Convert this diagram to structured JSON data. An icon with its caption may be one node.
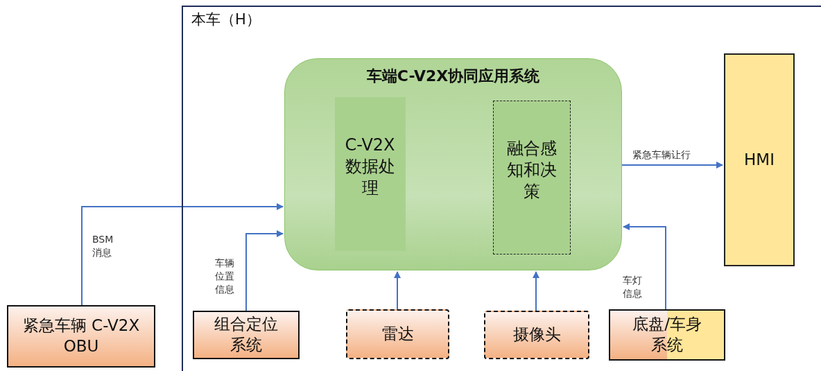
{
  "diagram": {
    "nodes": [
      {
        "text": [
          "本车（H）"
        ]
      },
      {
        "text": [
          "车端C-V2X协同应用系统"
        ],
        "in": 0
      },
      {
        "text": [
          "C-V2X数据处理"
        ],
        "in": 1
      },
      {
        "text": [
          "融合感知和决策"
        ],
        "in": 1
      },
      {
        "text": [
          "HMI"
        ],
        "in": 0
      },
      {
        "text": [
          "紧急车辆 C-V2X OBU"
        ]
      },
      {
        "text": [
          "组合定位系统"
        ],
        "in": 0
      },
      {
        "text": [
          "雷达"
        ],
        "in": 0
      },
      {
        "text": [
          "摄像头"
        ],
        "in": 0
      },
      {
        "text": [
          "底盘/车身系统"
        ],
        "in": 0
      }
    ],
    "edges": [
      {
        "from": 5,
        "to": 1,
        "arrow": "to",
        "label": "BSM 消息"
      },
      {
        "from": 6,
        "to": 1,
        "arrow": "to",
        "label": "车辆位置信息"
      },
      {
        "from": 7,
        "to": 1,
        "arrow": "to"
      },
      {
        "from": 8,
        "to": 1,
        "arrow": "to"
      },
      {
        "from": 9,
        "to": 1,
        "arrow": "to",
        "label": "车灯信息"
      },
      {
        "from": 1,
        "to": 4,
        "arrow": "to",
        "label": "紧急车辆让行"
      }
    ]
  }
}
